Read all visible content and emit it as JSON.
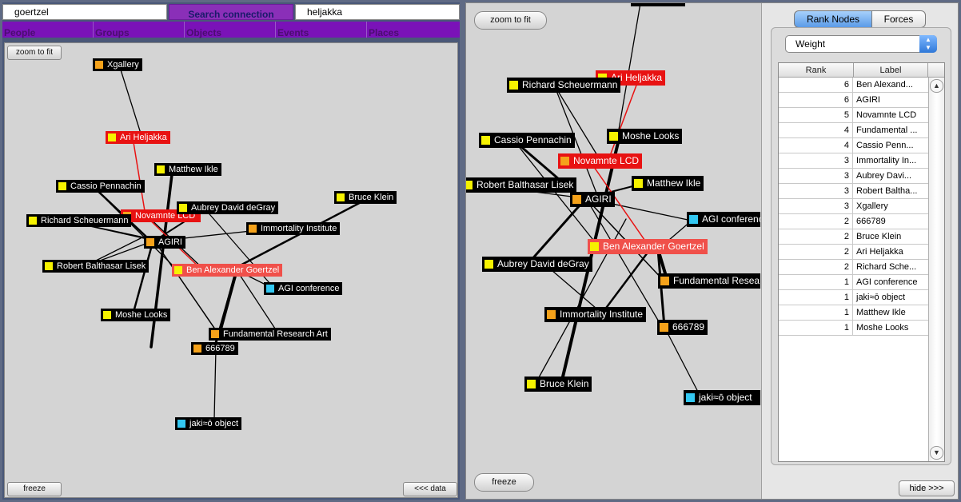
{
  "top_bar": {
    "search_from": "goertzel",
    "search_button": "Search connection",
    "search_to": "heljakka"
  },
  "category_tabs": [
    "People",
    "Groups",
    "Objects",
    "Events",
    "Places"
  ],
  "left_graph": {
    "zoom_to_fit": "zoom to fit",
    "freeze": "freeze",
    "data_toggle": "<<< data",
    "nodes": [
      {
        "label": "Xgallery",
        "color": "orange"
      },
      {
        "label": "Ari Heljakka",
        "color": "yellow",
        "highlight": "red"
      },
      {
        "label": "Matthew Ikle",
        "color": "yellow"
      },
      {
        "label": "Cassio Pennachin",
        "color": "yellow"
      },
      {
        "label": "Bruce Klein",
        "color": "yellow"
      },
      {
        "label": "Aubrey  David deGray",
        "color": "yellow"
      },
      {
        "label": "Richard Scheuermann",
        "color": "yellow"
      },
      {
        "label": "Novamnte LCD",
        "color": "orange",
        "highlight": "red"
      },
      {
        "label": "Immortality Institute",
        "color": "orange"
      },
      {
        "label": "AGIRI",
        "color": "orange"
      },
      {
        "label": "Robert Balthasar Lisek",
        "color": "yellow"
      },
      {
        "label": "Ben Alexander Goertzel",
        "color": "yellow",
        "highlight": "salmon"
      },
      {
        "label": "AGI conference",
        "color": "cyan"
      },
      {
        "label": "Moshe Looks",
        "color": "yellow"
      },
      {
        "label": "Fundamental Research Art",
        "color": "orange"
      },
      {
        "label": "666789",
        "color": "orange"
      },
      {
        "label": "jaki≈ō object",
        "color": "cyan"
      }
    ]
  },
  "right_graph": {
    "zoom_to_fit": "zoom to fit",
    "freeze": "freeze",
    "nodes": [
      {
        "label": "Ari Heljakka",
        "color": "yellow",
        "highlight": "red"
      },
      {
        "label": "Richard Scheuermann",
        "color": "yellow"
      },
      {
        "label": "Moshe Looks",
        "color": "yellow"
      },
      {
        "label": "Cassio Pennachin",
        "color": "yellow"
      },
      {
        "label": "Novamnte LCD",
        "color": "orange",
        "highlight": "red"
      },
      {
        "label": "Robert Balthasar Lisek",
        "color": "yellow"
      },
      {
        "label": "Matthew Ikle",
        "color": "yellow"
      },
      {
        "label": "AGIRI",
        "color": "orange"
      },
      {
        "label": "AGI conference",
        "color": "cyan"
      },
      {
        "label": "Ben Alexander Goertzel",
        "color": "yellow",
        "highlight": "salmon"
      },
      {
        "label": "Aubrey  David deGray",
        "color": "yellow"
      },
      {
        "label": "Fundamental Resea",
        "color": "orange"
      },
      {
        "label": "Immortality Institute",
        "color": "orange"
      },
      {
        "label": "666789",
        "color": "orange"
      },
      {
        "label": "Bruce Klein",
        "color": "yellow"
      },
      {
        "label": "jaki≈ō object",
        "color": "cyan"
      }
    ]
  },
  "side_panel": {
    "tabs": [
      "Rank Nodes",
      "Forces"
    ],
    "active_tab": "Rank Nodes",
    "metric_select": "Weight",
    "table_headers": [
      "Rank",
      "Label"
    ],
    "rows": [
      {
        "rank": "6",
        "label": "Ben Alexand..."
      },
      {
        "rank": "6",
        "label": "AGIRI"
      },
      {
        "rank": "5",
        "label": "Novamnte LCD"
      },
      {
        "rank": "4",
        "label": "Fundamental ..."
      },
      {
        "rank": "4",
        "label": "Cassio Penn..."
      },
      {
        "rank": "3",
        "label": "Immortality In..."
      },
      {
        "rank": "3",
        "label": "Aubrey  Davi..."
      },
      {
        "rank": "3",
        "label": "Robert Baltha..."
      },
      {
        "rank": "3",
        "label": "Xgallery"
      },
      {
        "rank": "2",
        "label": "666789"
      },
      {
        "rank": "2",
        "label": "Bruce Klein"
      },
      {
        "rank": "2",
        "label": "Ari Heljakka"
      },
      {
        "rank": "2",
        "label": "Richard Sche..."
      },
      {
        "rank": "1",
        "label": "AGI conference"
      },
      {
        "rank": "1",
        "label": "jaki≈ō object"
      },
      {
        "rank": "1",
        "label": "Matthew Ikle"
      },
      {
        "rank": "1",
        "label": "Moshe Looks"
      }
    ],
    "hide_button": "hide >>>"
  },
  "colors": {
    "yellow": "#f6f200",
    "orange": "#f5a21a",
    "cyan": "#33c8f2",
    "red": "#e81212",
    "salmon": "#f0504a",
    "purple_tab": "#7a12b8"
  }
}
